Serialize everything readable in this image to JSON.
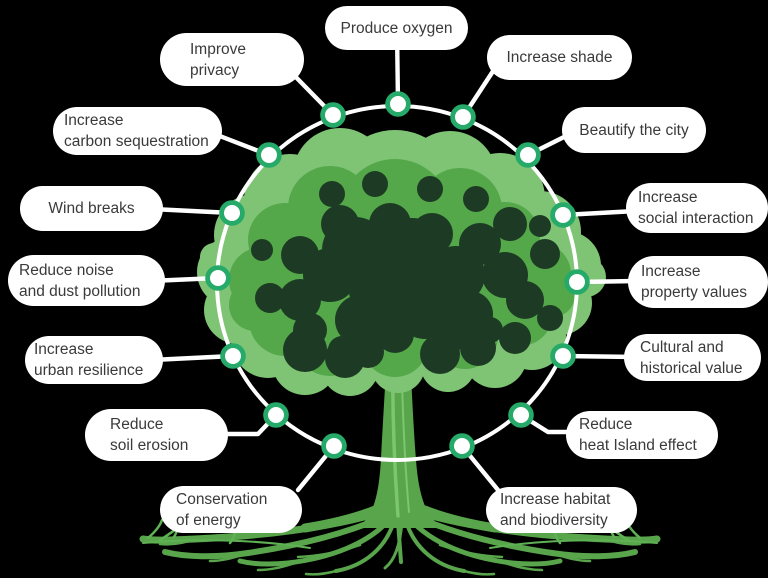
{
  "diagram": {
    "subject": "tree-benefits-circle",
    "colors": {
      "background": "#000000",
      "bubble_fill": "#ffffff",
      "label_text": "#3a3a3a",
      "connector_line": "#ffffff",
      "node_ring": "#26aa69",
      "foliage_light": "#7fc474",
      "foliage_mid": "#54a84a",
      "foliage_dark": "#1d3b24",
      "trunk_and_roots": "#58a54b"
    },
    "labels": [
      {
        "id": "produce-oxygen",
        "text": "Produce oxygen"
      },
      {
        "id": "improve-privacy",
        "text": "Improve\nprivacy"
      },
      {
        "id": "increase-shade",
        "text": "Increase shade"
      },
      {
        "id": "increase-carbon-sequestration",
        "text": "Increase\ncarbon sequestration"
      },
      {
        "id": "beautify-the-city",
        "text": "Beautify the city"
      },
      {
        "id": "wind-breaks",
        "text": "Wind breaks"
      },
      {
        "id": "increase-social-interaction",
        "text": "Increase\nsocial interaction"
      },
      {
        "id": "reduce-noise-and-dust-pollution",
        "text": "Reduce noise\nand dust pollution"
      },
      {
        "id": "increase-property-values",
        "text": "Increase\nproperty values"
      },
      {
        "id": "increase-urban-resilience",
        "text": "Increase\nurban resilience"
      },
      {
        "id": "cultural-and-historical-value",
        "text": "Cultural and\nhistorical value"
      },
      {
        "id": "reduce-soil-erosion",
        "text": "Reduce\nsoil erosion"
      },
      {
        "id": "reduce-heat-island-effect",
        "text": "Reduce\nheat Island effect"
      },
      {
        "id": "conservation-of-energy",
        "text": "Conservation\nof energy"
      },
      {
        "id": "increase-habitat-and-biodiversity",
        "text": "Increase habitat\nand biodiversity"
      }
    ]
  }
}
